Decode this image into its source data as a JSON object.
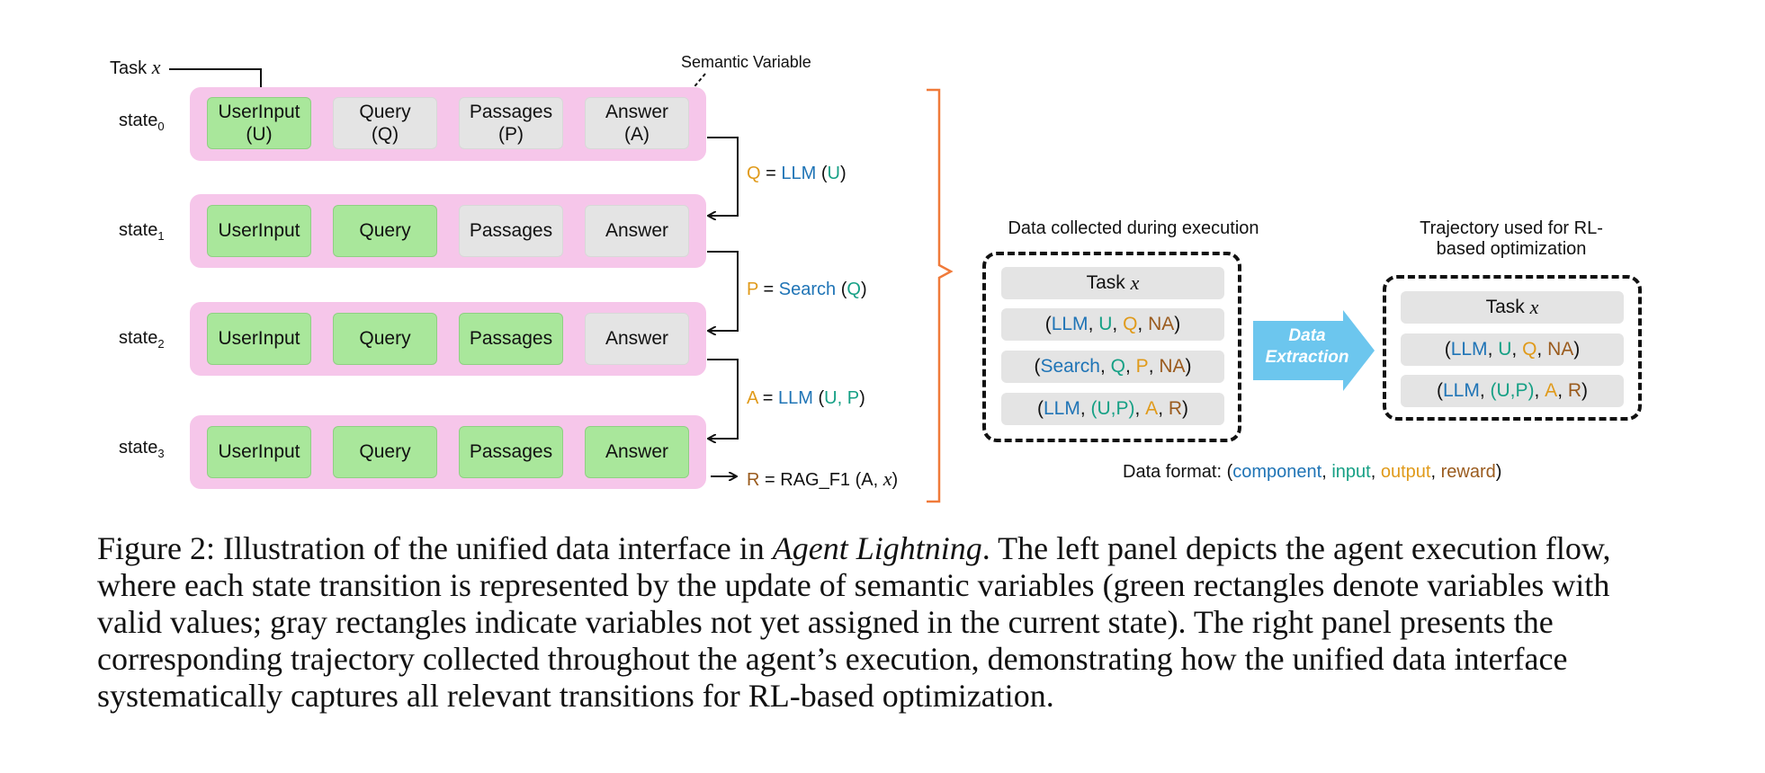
{
  "left_panel": {
    "task_label": "Task",
    "task_var": "x",
    "semantic_variable_label": "Semantic Variable",
    "states": [
      {
        "name": "state",
        "sub": "0",
        "vars": [
          {
            "label": "UserInput",
            "abbr": "(U)",
            "filled": true
          },
          {
            "label": "Query",
            "abbr": "(Q)",
            "filled": false
          },
          {
            "label": "Passages",
            "abbr": "(P)",
            "filled": false
          },
          {
            "label": "Answer",
            "abbr": "(A)",
            "filled": false
          }
        ]
      },
      {
        "name": "state",
        "sub": "1",
        "vars": [
          {
            "label": "UserInput",
            "filled": true
          },
          {
            "label": "Query",
            "filled": true
          },
          {
            "label": "Passages",
            "filled": false
          },
          {
            "label": "Answer",
            "filled": false
          }
        ]
      },
      {
        "name": "state",
        "sub": "2",
        "vars": [
          {
            "label": "UserInput",
            "filled": true
          },
          {
            "label": "Query",
            "filled": true
          },
          {
            "label": "Passages",
            "filled": true
          },
          {
            "label": "Answer",
            "filled": false
          }
        ]
      },
      {
        "name": "state",
        "sub": "3",
        "vars": [
          {
            "label": "UserInput",
            "filled": true
          },
          {
            "label": "Query",
            "filled": true
          },
          {
            "label": "Passages",
            "filled": true
          },
          {
            "label": "Answer",
            "filled": true
          }
        ]
      }
    ],
    "transitions": [
      {
        "out": "Q",
        "fn": "LLM",
        "args": "U"
      },
      {
        "out": "P",
        "fn": "Search",
        "args": "Q"
      },
      {
        "out": "A",
        "fn": "LLM",
        "args": "U, P"
      }
    ],
    "reward": {
      "out": "R",
      "fn": "RAG_F1",
      "args_prefix": "(A, ",
      "args_var": "x",
      "args_suffix": ")"
    }
  },
  "right_panel": {
    "collected_title": "Data collected during execution",
    "collected_task": "Task",
    "collected_task_var": "x",
    "collected_rows": [
      {
        "c": "LLM",
        "i": "U",
        "o": "Q",
        "r": "NA"
      },
      {
        "c": "Search",
        "i": "Q",
        "o": "P",
        "r": "NA"
      },
      {
        "c": "LLM",
        "i": "(U,P)",
        "o": "A",
        "r": "R"
      }
    ],
    "extraction_label": "Data Extraction",
    "trajectory_title_line1": "Trajectory used for RL-",
    "trajectory_title_line2": "based optimization",
    "trajectory_task": "Task",
    "trajectory_task_var": "x",
    "trajectory_rows": [
      {
        "c": "LLM",
        "i": "U",
        "o": "Q",
        "r": "NA"
      },
      {
        "c": "LLM",
        "i": "(U,P)",
        "o": "A",
        "r": "R"
      }
    ],
    "format_prefix": "Data format: (",
    "format_component": "component",
    "format_input": "input",
    "format_output": "output",
    "format_reward": "reward",
    "format_suffix": ")"
  },
  "caption": {
    "prefix": "Figure 2: Illustration of the unified data interface in ",
    "italic": "Agent Lightning",
    "rest": ". The left panel depicts the agent execution flow, where each state transition is represented by the update of semantic variables (green rectangles denote variables with valid values; gray rectangles indicate variables not yet assigned in the current state). The right panel presents the corresponding trajectory collected throughout the agent’s execution, demonstrating how the unified data interface systematically captures all relevant transitions for RL-based optimization."
  },
  "colors": {
    "state_band": "#f6c6ea",
    "filled_var": "#a9e79b",
    "empty_var": "#e4e4e4",
    "output": "#e09a1a",
    "component": "#1f74b6",
    "input": "#16a085",
    "reward": "#9a5b1e",
    "brace": "#f07a3a",
    "extraction_arrow": "#6cc6ee"
  }
}
